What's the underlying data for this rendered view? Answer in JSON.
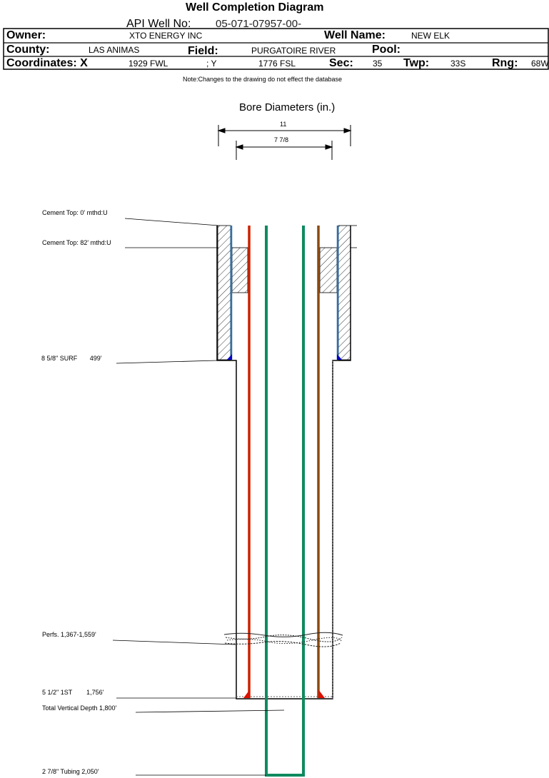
{
  "header": {
    "title": "Well Completion Diagram",
    "api_label": "API Well No:",
    "api_value": "05-071-07957-00-",
    "owner_label": "Owner:",
    "owner_value": "XTO ENERGY INC",
    "well_name_label": "Well Name:",
    "well_name_value": "NEW ELK",
    "county_label": "County:",
    "county_value": "LAS ANIMAS",
    "field_label": "Field:",
    "field_value": "PURGATOIRE RIVER",
    "pool_label": "Pool:",
    "pool_value": "",
    "coords_label": "Coordinates: X",
    "x_value": "1929 FWL",
    "y_label": "; Y",
    "y_value": "1776 FSL",
    "sec_label": "Sec:",
    "sec_value": "35",
    "twp_label": "Twp:",
    "twp_value": "33S",
    "rng_label": "Rng:",
    "rng_value": "68W"
  },
  "note": "Note:Changes to the drawing do not effect the database",
  "bore": {
    "title": "Bore Diameters (in.)",
    "outer": "11",
    "inner": "7 7/8"
  },
  "annotations": {
    "cement_top_1": "Cement Top: 0' mthd:U",
    "cement_top_2": "Cement Top: 82' mthd:U",
    "surface_casing": "8 5/8\" SURF       499'",
    "perfs": "Perfs. 1,367-1,559'",
    "production_casing": "5 1/2\" 1ST        1,756'",
    "tvd": "Total Vertical Depth 1,800'",
    "tubing": "2 7/8\" Tubing 2,050'"
  },
  "colors": {
    "surface_casing": "#2b6fb0",
    "production_casing_left": "#cc2200",
    "production_casing_right": "#8b4a10",
    "tubing": "#0f8a5f",
    "shoe_surface": "#0000cc",
    "shoe_production": "#dd1100"
  }
}
